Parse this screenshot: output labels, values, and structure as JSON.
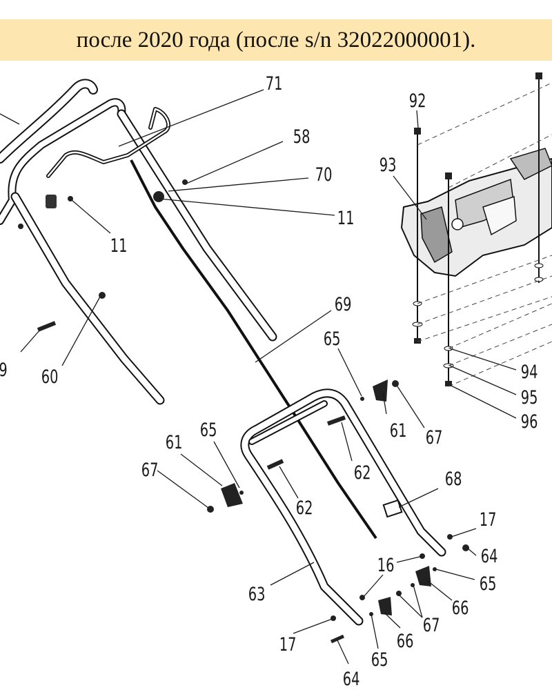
{
  "banner": {
    "text": "после 2020  года (после s/n 32022000001).",
    "background": "#fde6b0"
  },
  "labels": {
    "p71": "71",
    "p58": "58",
    "p70": "70",
    "p11a": "11",
    "p11b": "11",
    "p92": "92",
    "p93": "93",
    "p69": "69",
    "p9": "9",
    "p60": "60",
    "p65a": "65",
    "p61a": "61",
    "p67a": "67",
    "p62a": "62",
    "p65b": "65",
    "p61b": "61",
    "p67b": "67",
    "p62b": "62",
    "p68": "68",
    "p94": "94",
    "p95": "95",
    "p96": "96",
    "p17a": "17",
    "p64a": "64",
    "p16": "16",
    "p65c": "65",
    "p66a": "66",
    "p63": "63",
    "p67c": "67",
    "p66b": "66",
    "p17b": "17",
    "p65d": "65",
    "p64b": "64"
  }
}
